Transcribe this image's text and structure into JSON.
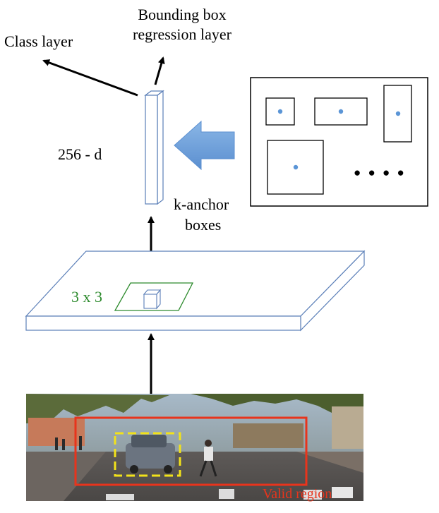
{
  "labels": {
    "class_layer": "Class layer",
    "bbox_line1": "Bounding box",
    "bbox_line2": "regression layer",
    "feature_dim": "256 - d",
    "anchor_line1": "k-anchor",
    "anchor_line2": "boxes",
    "window_size": "3 x 3",
    "valid_region": "Valid region",
    "ellipsis": "● ● ● ●"
  },
  "colors": {
    "line": "#000000",
    "box_outline": "#5b7fb8",
    "box_fill": "#ffffff",
    "big_arrow": "#6a9bd6",
    "window_green": "#2e8b2e",
    "valid_region_red": "#e8341c",
    "candidate_yellow": "#f2e21a",
    "dot": "#5b95d6"
  }
}
